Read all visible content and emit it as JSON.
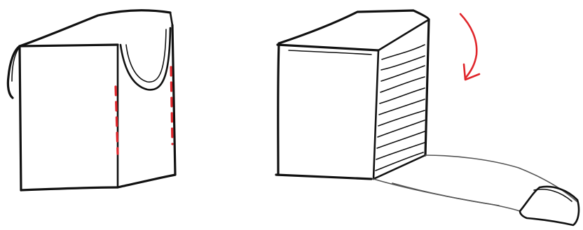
{
  "colors": {
    "ink": "#111111",
    "accent": "#e0262b",
    "paper": "#ffffff",
    "shade": "#555555"
  },
  "icons": {
    "arrow": "curved-arrow-down-icon"
  },
  "figures": [
    {
      "name": "box-with-handle",
      "dashed_edges": 2,
      "shaded_face": false
    },
    {
      "name": "box-with-rolling-cover",
      "dashed_edges": 0,
      "shaded_face": true
    }
  ]
}
